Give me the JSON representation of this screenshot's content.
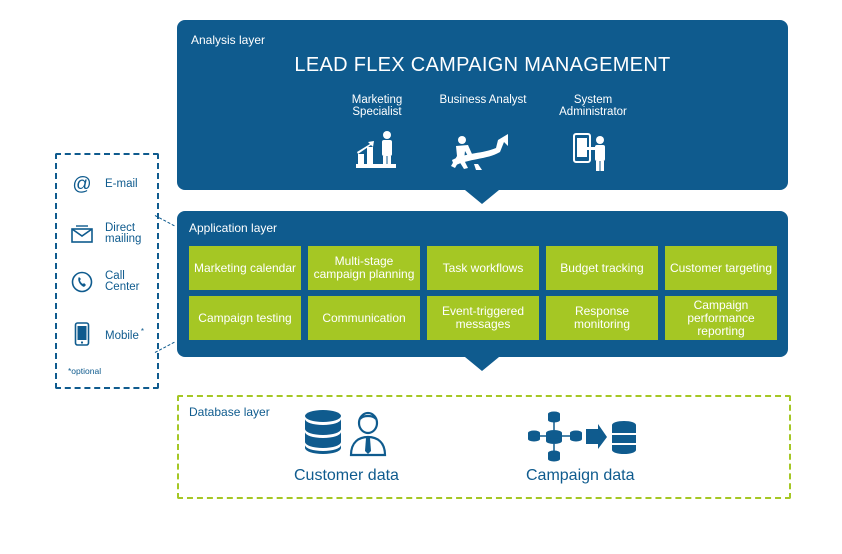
{
  "analysis": {
    "layer_label": "Analysis layer",
    "title": "LEAD FLEX CAMPAIGN MANAGEMENT",
    "roles": [
      {
        "label": "Marketing Specialist",
        "icon": "bar-chart-person-icon"
      },
      {
        "label": "Business Analyst",
        "icon": "rising-arrow-person-icon"
      },
      {
        "label": "System Administrator",
        "icon": "tablet-person-icon"
      }
    ]
  },
  "application": {
    "layer_label": "Application layer",
    "modules": [
      "Marketing calendar",
      "Multi-stage campaign planning",
      "Task workflows",
      "Budget tracking",
      "Customer targeting",
      "Campaign testing",
      "Communication",
      "Event-triggered messages",
      "Response monitoring",
      "Campaign performance reporting"
    ]
  },
  "channels": {
    "items": [
      {
        "label": "E-mail",
        "icon": "at-sign-icon"
      },
      {
        "label": "Direct mailing",
        "icon": "envelope-icon"
      },
      {
        "label": "Call Center",
        "icon": "phone-icon"
      },
      {
        "label": "Mobile",
        "icon": "mobile-icon",
        "sup": "*"
      }
    ],
    "note": "*optional"
  },
  "database": {
    "layer_label": "Database layer",
    "customer_label": "Customer data",
    "campaign_label": "Campaign data"
  },
  "colors": {
    "blue": "#0f5b8e",
    "green": "#a5c724"
  }
}
